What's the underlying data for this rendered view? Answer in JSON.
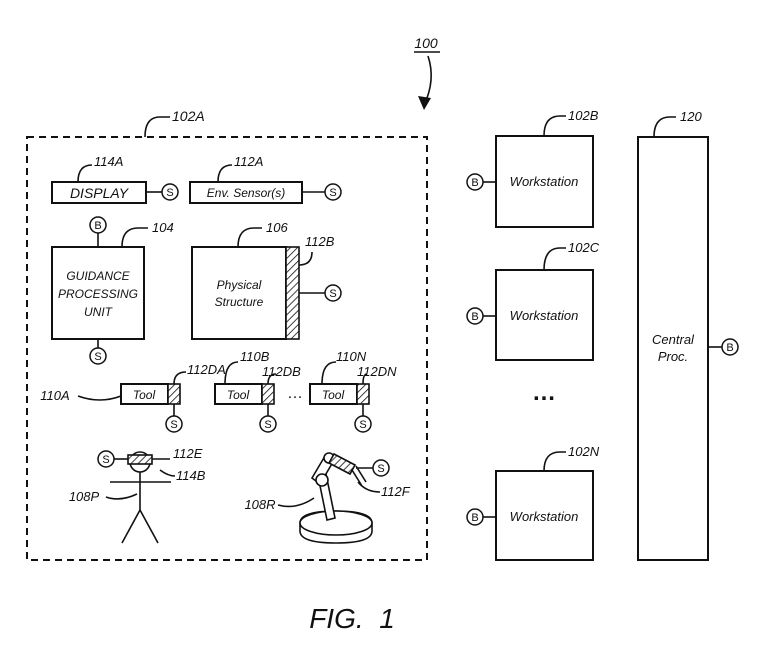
{
  "system_ref": "100",
  "workstation_a": {
    "ref": "102A",
    "display": {
      "ref": "114A",
      "label": "DISPLAY",
      "port": "S"
    },
    "env_sensor": {
      "ref": "112A",
      "label": "Env. Sensor(s)",
      "port": "S"
    },
    "guidance_unit": {
      "ref": "104",
      "label_lines": [
        "GUIDANCE",
        "PROCESSING",
        "UNIT"
      ],
      "top_port": "B",
      "bottom_port": "S"
    },
    "physical_structure": {
      "ref": "106",
      "label_lines": [
        "Physical",
        "Structure"
      ],
      "sensor_ref": "112B",
      "port": "S"
    },
    "tools": [
      {
        "ref": "110A",
        "label": "Tool",
        "sensor_ref": "112DA",
        "port": "S"
      },
      {
        "ref": "110B",
        "label": "Tool",
        "sensor_ref": "112DB",
        "port": "S"
      },
      {
        "ref": "110N",
        "label": "Tool",
        "sensor_ref": "112DN",
        "port": "S"
      }
    ],
    "tools_ellipsis": "…",
    "person": {
      "ref": "108P",
      "sensor_ref": "112E",
      "headset_ref": "114B",
      "port": "S"
    },
    "robot": {
      "ref": "108R",
      "sensor_ref": "112F",
      "port": "S"
    }
  },
  "workstations": [
    {
      "ref": "102B",
      "label": "Workstation",
      "port": "B"
    },
    {
      "ref": "102C",
      "label": "Workstation",
      "port": "B"
    },
    {
      "ref": "102N",
      "label": "Workstation",
      "port": "B"
    }
  ],
  "workstations_ellipsis": "…",
  "central_processor": {
    "ref": "120",
    "label_lines": [
      "Central",
      "Proc."
    ],
    "port": "B"
  },
  "figure_caption": "FIG.  1"
}
